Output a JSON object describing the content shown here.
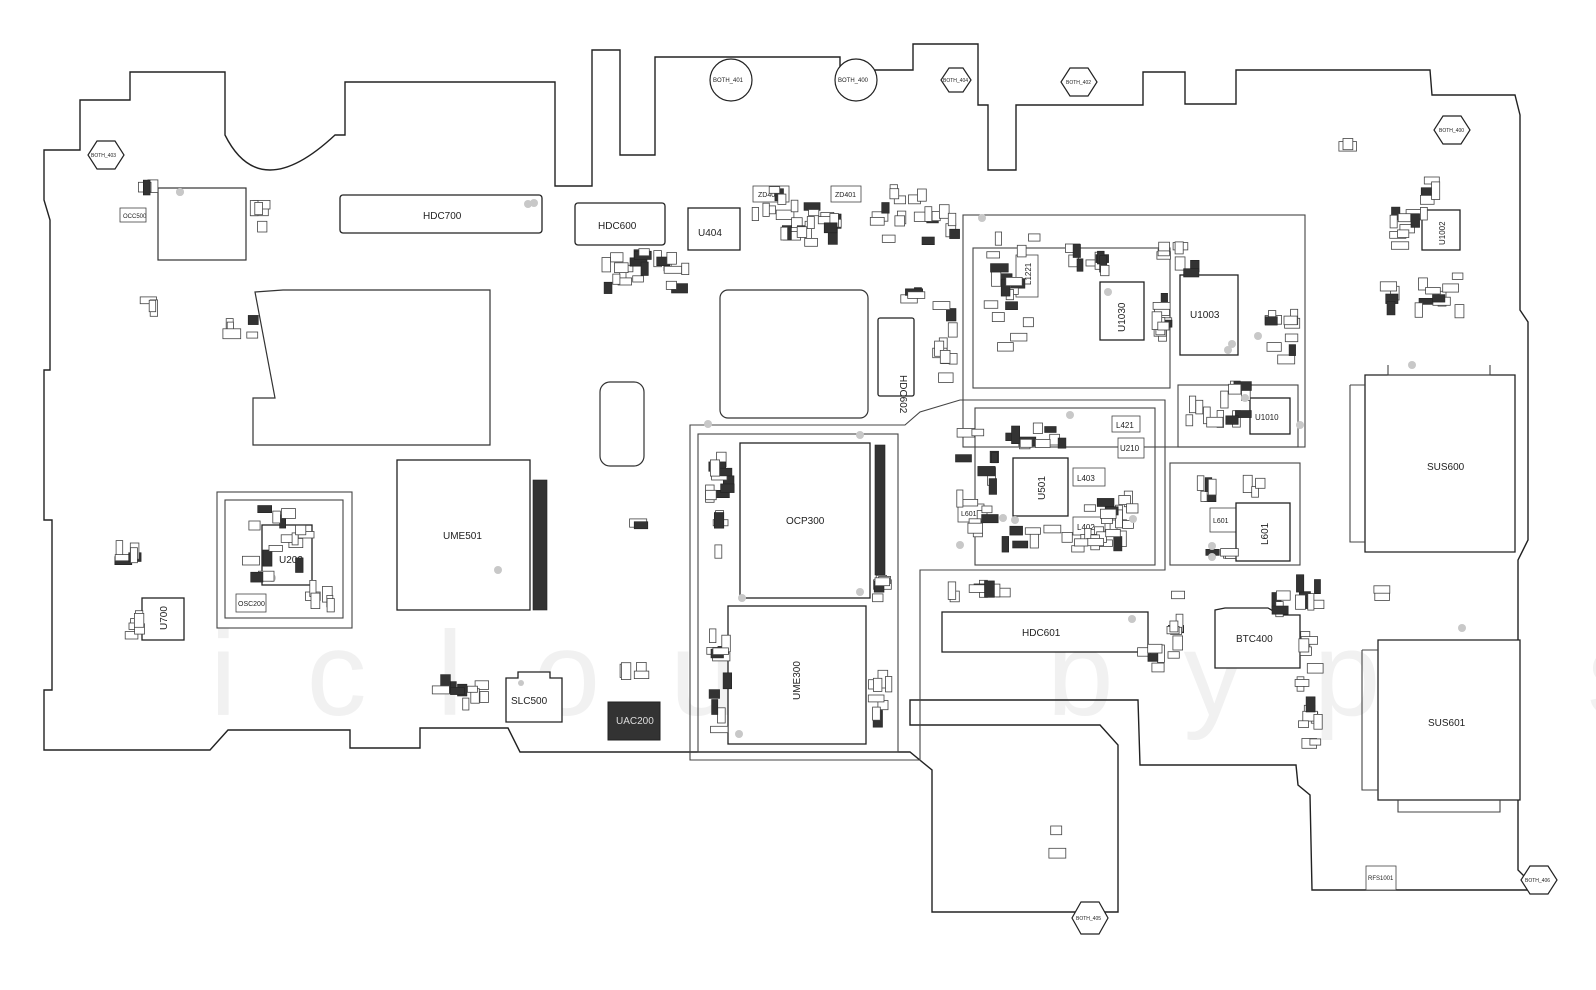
{
  "components": {
    "hdc700": "HDC700",
    "hdc600": "HDC600",
    "u404": "U404",
    "zd402": "ZD402",
    "zd401": "ZD401",
    "u1003": "U1003",
    "u1030": "U1030",
    "u1010": "U1010",
    "hdc602": "HDC602",
    "ume501": "UME501",
    "u202": "U202",
    "osc200": "OSC200",
    "u700": "U700",
    "ocp300": "OCP300",
    "ume300": "UME300",
    "u501": "U501",
    "l403": "L403",
    "l402": "L402",
    "l421": "L421",
    "u210": "U210",
    "l601a": "L601",
    "l601b": "L601",
    "l601c": "L601",
    "hdc601": "HDC601",
    "btc400": "BTC400",
    "sus600": "SUS600",
    "sus601": "SUS601",
    "slc500": "SLC500",
    "uac200": "UAC200",
    "u1002": "U1002",
    "l1221": "L1221",
    "rfs1001": "RFS1001",
    "occ500": "OCC500"
  },
  "holes": {
    "both401": "BOTH_401",
    "both400a": "BOTH_400",
    "both404": "BOTH_404",
    "both402": "BOTH_402",
    "both403": "BOTH_403",
    "both400b": "BOTH_400",
    "both405": "BOTH_405",
    "both406": "BOTH_406"
  },
  "watermark": "icloud bypass"
}
